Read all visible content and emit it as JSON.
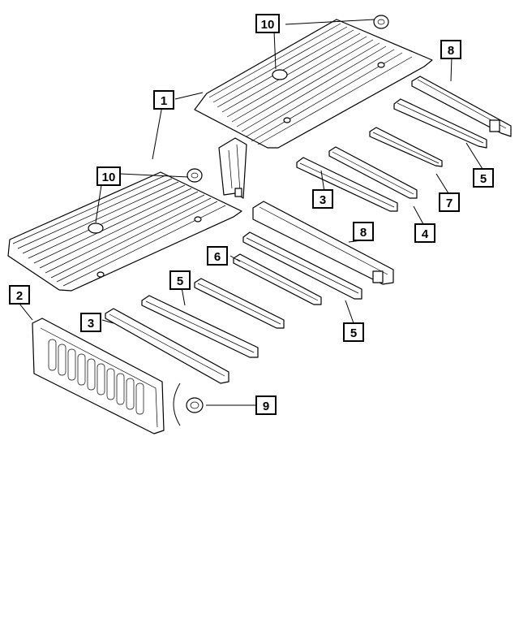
{
  "callouts": [
    {
      "id": "c10a",
      "label": "10"
    },
    {
      "id": "c1",
      "label": "1"
    },
    {
      "id": "c8a",
      "label": "8"
    },
    {
      "id": "c10b",
      "label": "10"
    },
    {
      "id": "c5a",
      "label": "5"
    },
    {
      "id": "c3a",
      "label": "3"
    },
    {
      "id": "c7",
      "label": "7"
    },
    {
      "id": "c4",
      "label": "4"
    },
    {
      "id": "c8b",
      "label": "8"
    },
    {
      "id": "c6",
      "label": "6"
    },
    {
      "id": "c5b",
      "label": "5"
    },
    {
      "id": "c2",
      "label": "2"
    },
    {
      "id": "c5c",
      "label": "5"
    },
    {
      "id": "c3b",
      "label": "3"
    },
    {
      "id": "c9",
      "label": "9"
    }
  ],
  "colors": {
    "line": "#000000",
    "background": "#ffffff"
  }
}
